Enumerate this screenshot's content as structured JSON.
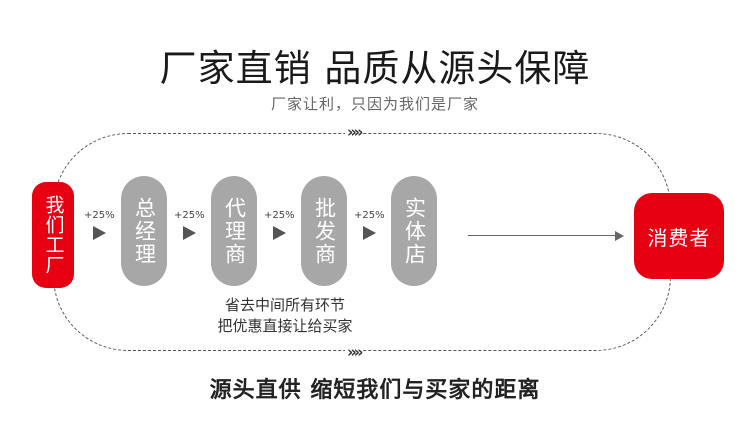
{
  "headline": "厂家直销 品质从源头保障",
  "subline": "厂家让利，只因为我们是厂家",
  "loop_arrow": "»»",
  "factory_label": "我们工厂",
  "stages": [
    {
      "label": "总经理"
    },
    {
      "label": "代理商"
    },
    {
      "label": "批发商"
    },
    {
      "label": "实体店"
    }
  ],
  "markups": [
    "+25%",
    "+25%",
    "+25%",
    "+25%"
  ],
  "consumer_label": "消费者",
  "note_line1": "省去中间所有环节",
  "note_line2": "把优惠直接让给买家",
  "slogan": "源头直供 缩短我们与买家的距离",
  "colors": {
    "accent": "#e60012",
    "stage": "#a7a7a7"
  }
}
